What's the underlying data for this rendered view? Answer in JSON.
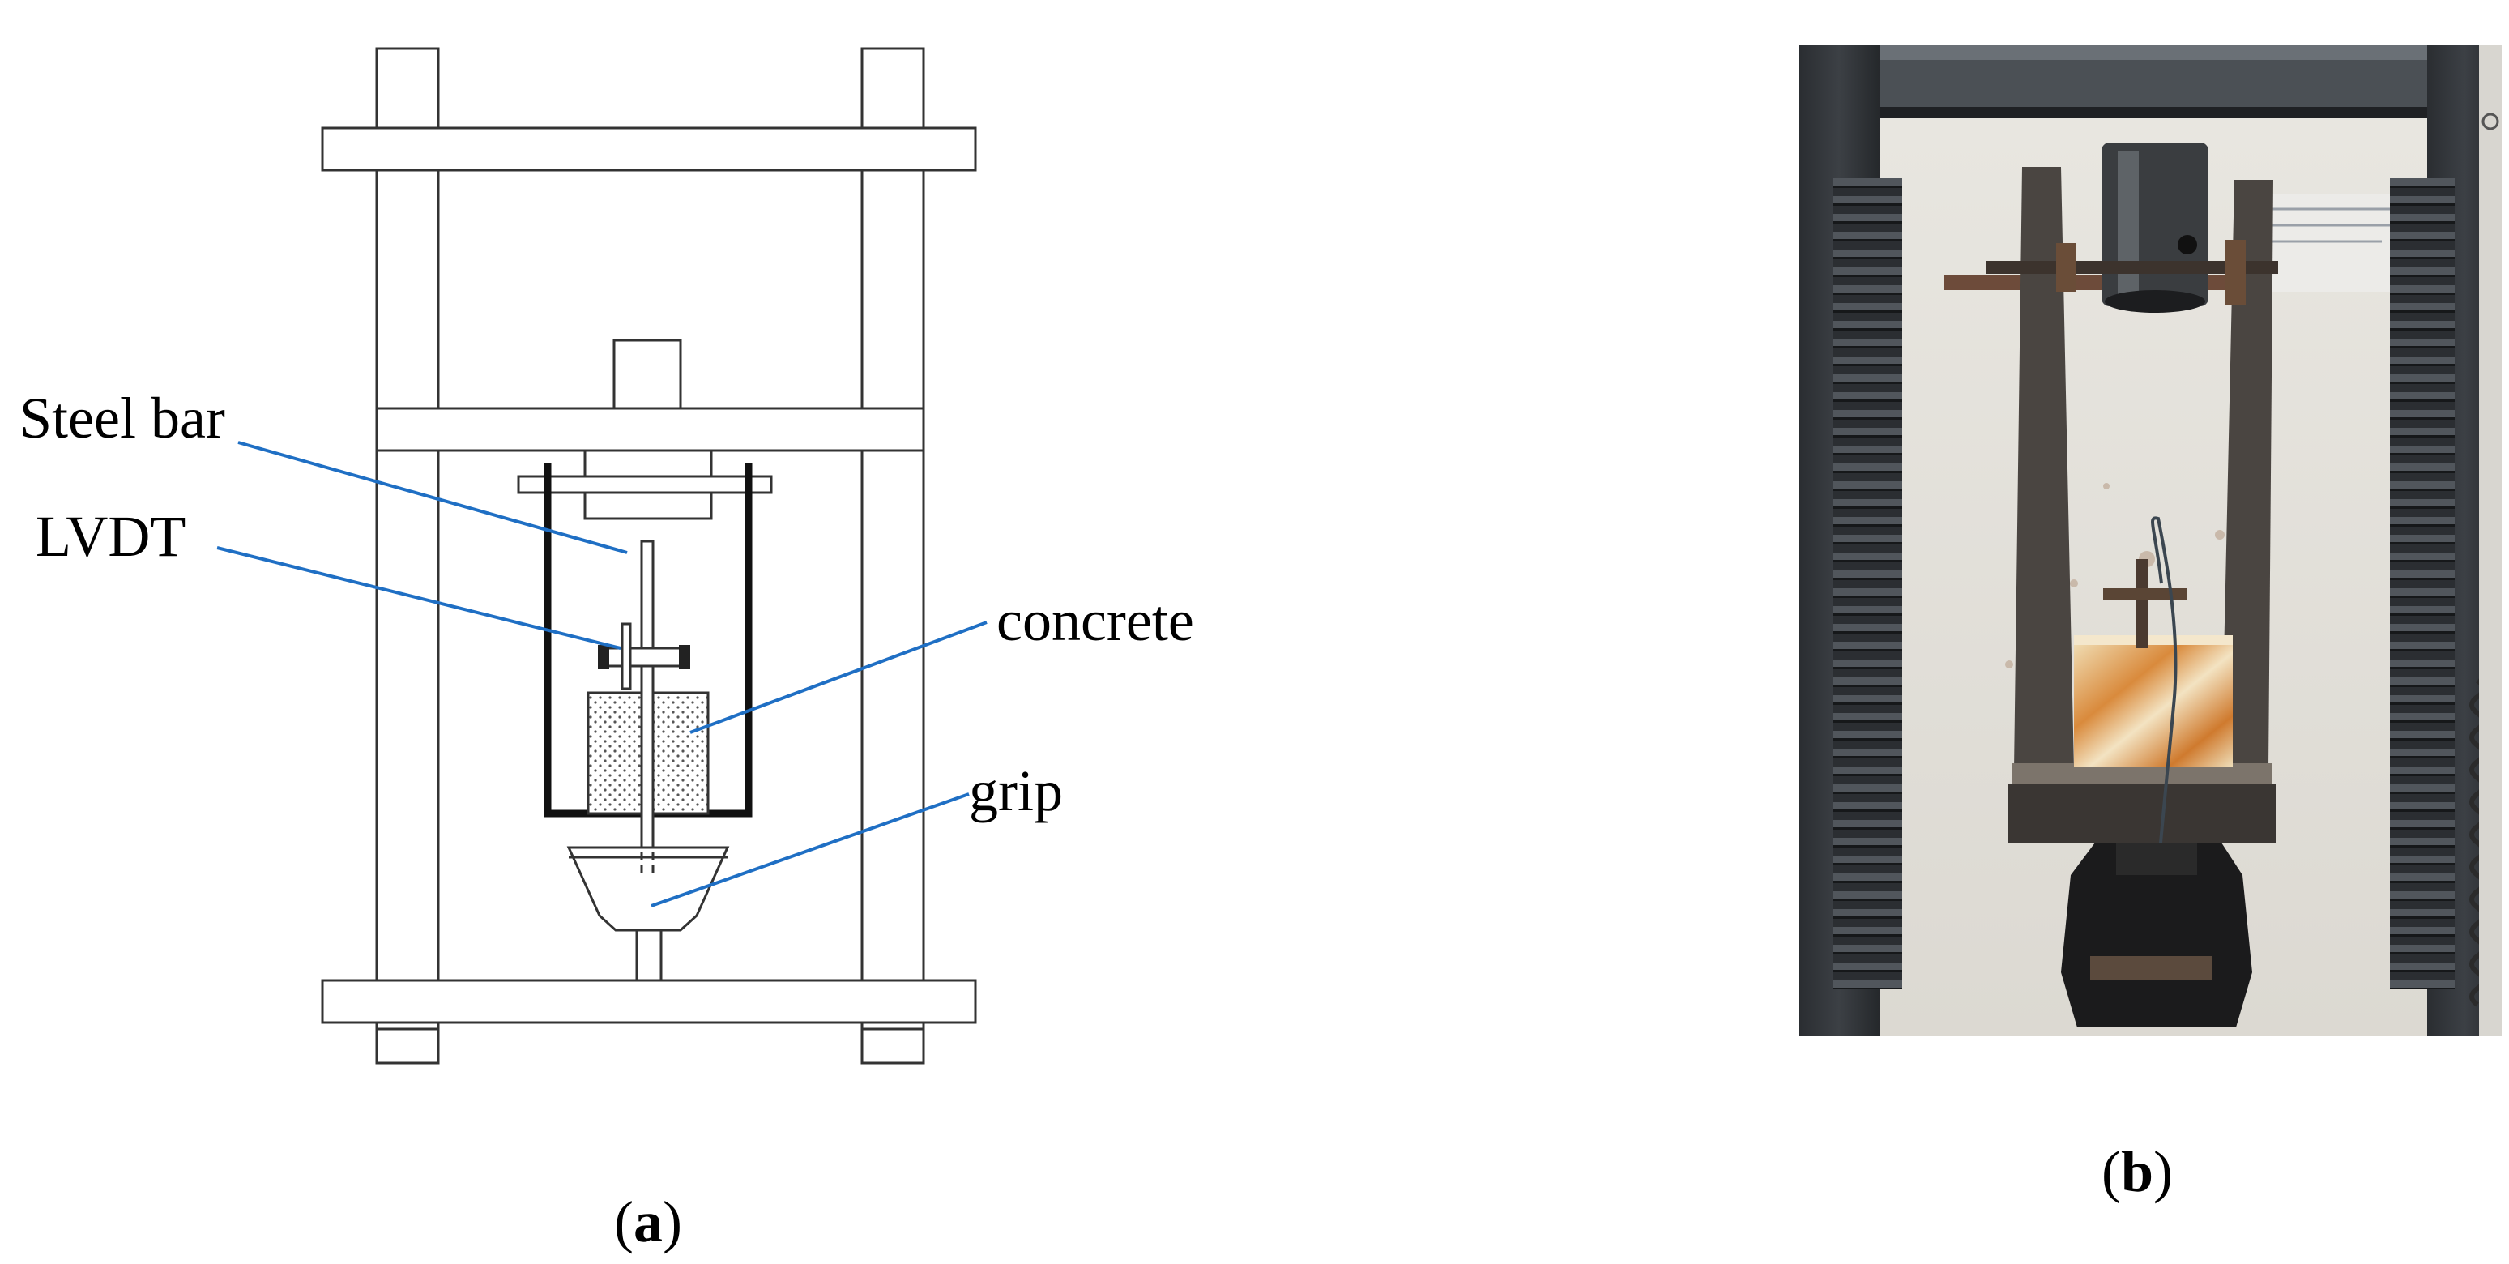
{
  "panel_a": {
    "labels": {
      "steel_bar": "Steel bar",
      "lvdt": "LVDT",
      "concrete": "concrete",
      "grip": "grip"
    },
    "caption": {
      "open": "(",
      "letter": "a",
      "close": ")"
    }
  },
  "panel_b": {
    "caption": {
      "open": "(",
      "letter": "b",
      "close": ")"
    }
  },
  "colors": {
    "leader_line": "#1f6fc4",
    "frame_stroke": "#333333",
    "cup_stroke": "#111111"
  }
}
